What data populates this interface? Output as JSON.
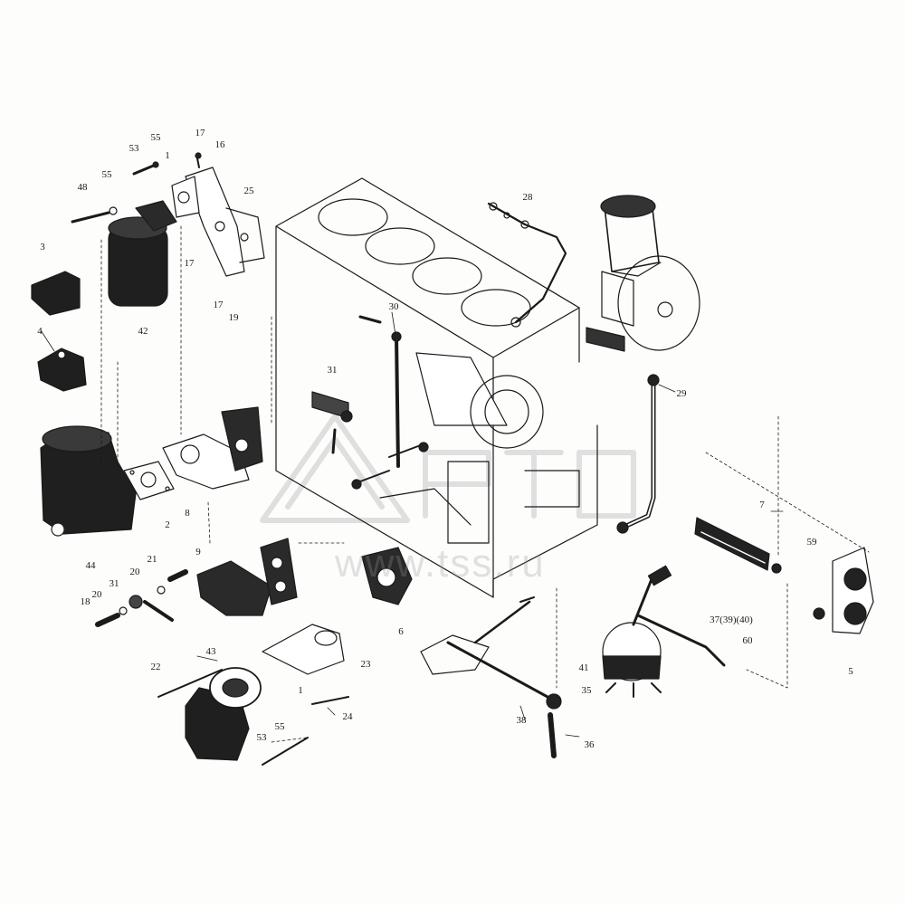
{
  "callouts": [
    {
      "id": "c-55-top",
      "text": "55"
    },
    {
      "id": "c-17-top",
      "text": "17"
    },
    {
      "id": "c-53-top",
      "text": "53"
    },
    {
      "id": "c-1-top",
      "text": "1"
    },
    {
      "id": "c-16",
      "text": "16"
    },
    {
      "id": "c-55-mid",
      "text": "55"
    },
    {
      "id": "c-48",
      "text": "48"
    },
    {
      "id": "c-25",
      "text": "25"
    },
    {
      "id": "c-28",
      "text": "28"
    },
    {
      "id": "c-3",
      "text": "3"
    },
    {
      "id": "c-17-mid",
      "text": "17"
    },
    {
      "id": "c-17-low",
      "text": "17"
    },
    {
      "id": "c-19",
      "text": "19"
    },
    {
      "id": "c-42",
      "text": "42"
    },
    {
      "id": "c-30",
      "text": "30"
    },
    {
      "id": "c-4",
      "text": "4"
    },
    {
      "id": "c-31-top",
      "text": "31"
    },
    {
      "id": "c-29",
      "text": "29"
    },
    {
      "id": "c-7",
      "text": "7"
    },
    {
      "id": "c-8",
      "text": "8"
    },
    {
      "id": "c-2",
      "text": "2"
    },
    {
      "id": "c-9",
      "text": "9"
    },
    {
      "id": "c-59",
      "text": "59"
    },
    {
      "id": "c-44",
      "text": "44"
    },
    {
      "id": "c-21",
      "text": "21"
    },
    {
      "id": "c-20-a",
      "text": "20"
    },
    {
      "id": "c-31-low",
      "text": "31"
    },
    {
      "id": "c-20-b",
      "text": "20"
    },
    {
      "id": "c-18",
      "text": "18"
    },
    {
      "id": "c-6",
      "text": "6"
    },
    {
      "id": "c-37",
      "text": "37(39)(40)"
    },
    {
      "id": "c-60",
      "text": "60"
    },
    {
      "id": "c-43",
      "text": "43"
    },
    {
      "id": "c-23",
      "text": "23"
    },
    {
      "id": "c-22",
      "text": "22"
    },
    {
      "id": "c-41",
      "text": "41"
    },
    {
      "id": "c-5",
      "text": "5"
    },
    {
      "id": "c-1-low",
      "text": "1"
    },
    {
      "id": "c-35",
      "text": "35"
    },
    {
      "id": "c-24",
      "text": "24"
    },
    {
      "id": "c-38",
      "text": "38"
    },
    {
      "id": "c-55-low",
      "text": "55"
    },
    {
      "id": "c-53-low",
      "text": "53"
    },
    {
      "id": "c-36",
      "text": "36"
    }
  ],
  "watermark": {
    "text": "www.tss.ru"
  }
}
